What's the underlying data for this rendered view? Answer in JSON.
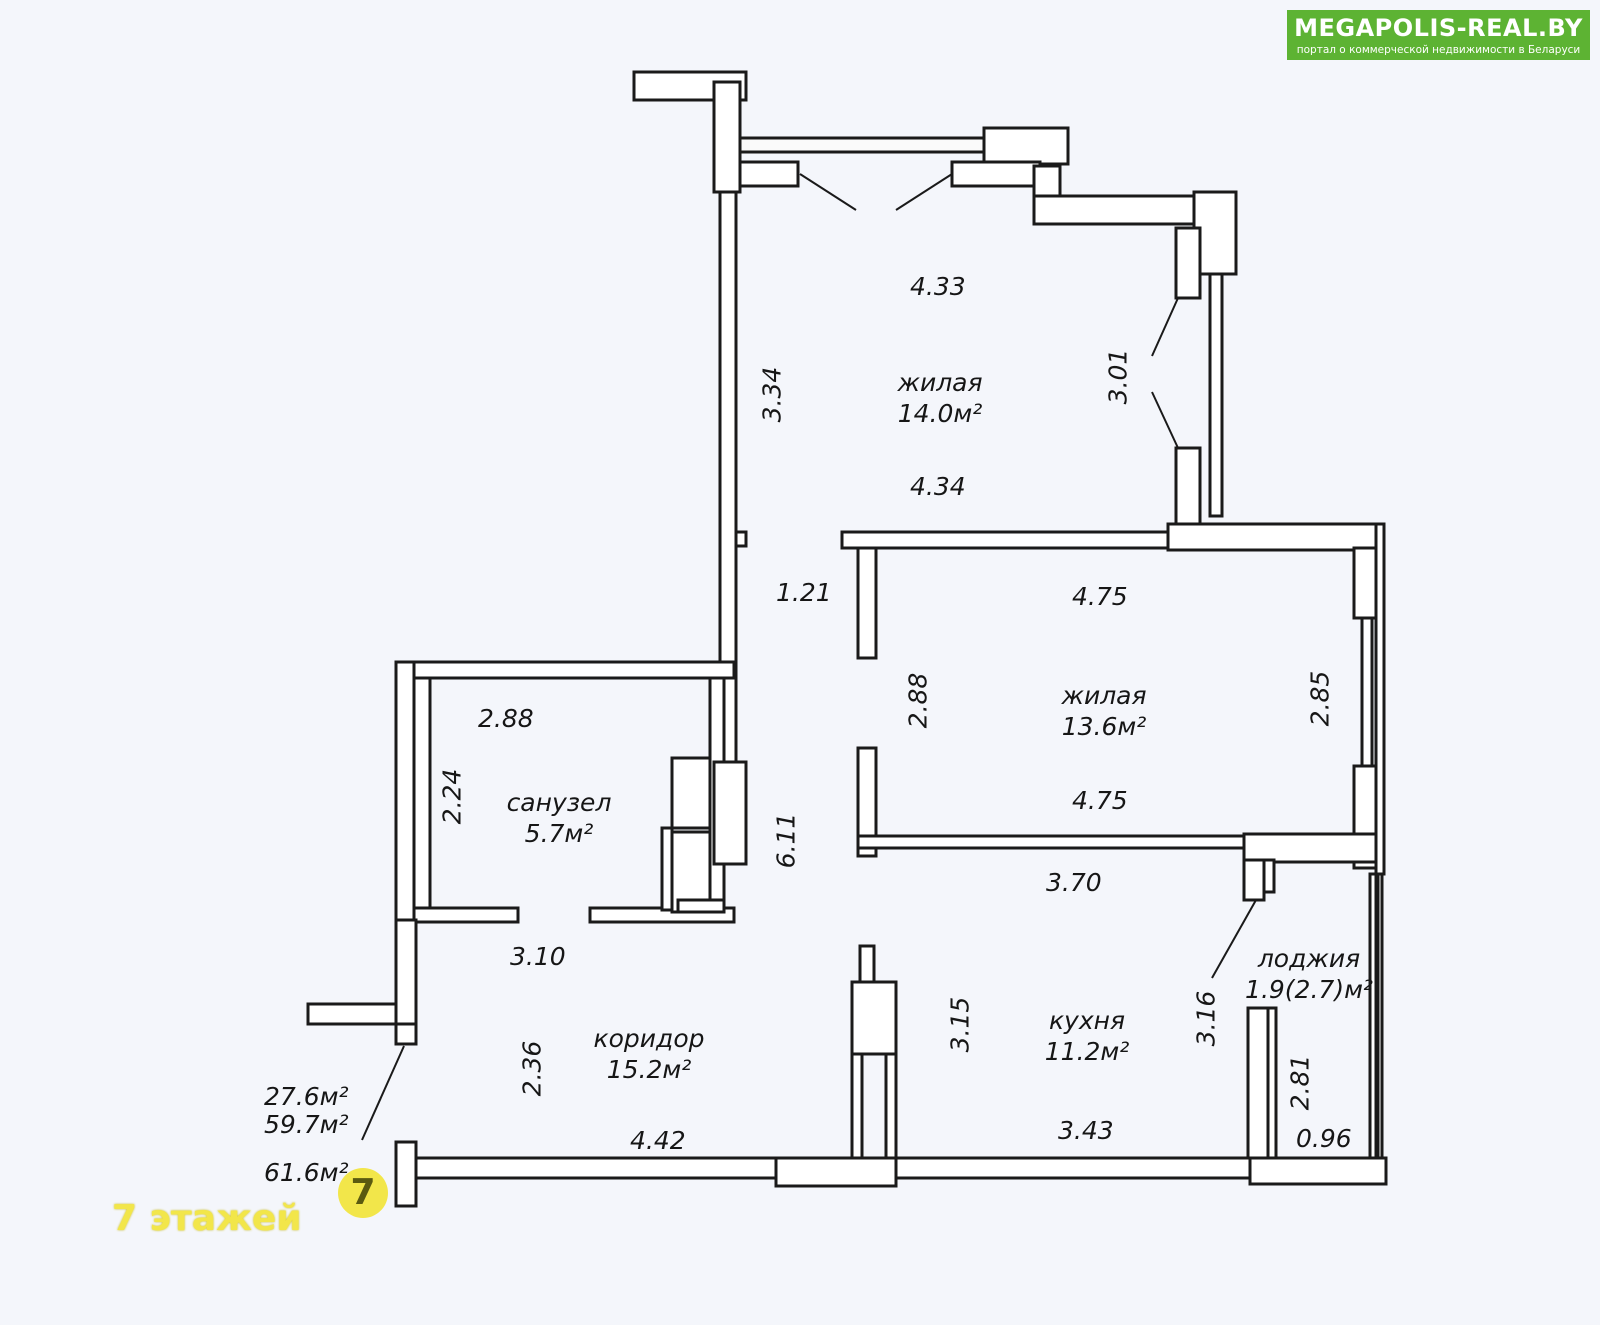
{
  "brand": {
    "title": "MEGAPOLIS-REAL.BY",
    "subtitle": "портал о коммерческой недвижимости в Беларуси"
  },
  "watermark": {
    "floors_text": "7 этажей",
    "badge_text": "7"
  },
  "rooms": {
    "living1": {
      "name": "жилая",
      "area": "14.0м²"
    },
    "living2": {
      "name": "жилая",
      "area": "13.6м²"
    },
    "bathroom": {
      "name": "санузел",
      "area": "5.7м²"
    },
    "corridor": {
      "name": "коридор",
      "area": "15.2м²"
    },
    "kitchen": {
      "name": "кухня",
      "area": "11.2м²"
    },
    "loggia": {
      "name": "лоджия",
      "area": "1.9(2.7)м²"
    }
  },
  "totals": {
    "living": "27.6м²",
    "total": "59.7м²",
    "with_loggia": "61.6м²"
  },
  "dims": {
    "l1_top": "4.33",
    "l1_bottom": "4.34",
    "l1_left": "3.34",
    "l1_right": "3.01",
    "passage": "1.21",
    "l2_top": "4.75",
    "l2_bottom": "4.75",
    "l2_left": "2.88",
    "l2_right": "2.85",
    "bath_top": "2.88",
    "bath_left": "2.24",
    "corridor_len": "6.11",
    "corr_width": "3.10",
    "corr_left": "2.36",
    "corr_bottom": "4.42",
    "k_top": "3.70",
    "k_left": "3.15",
    "k_right": "3.16",
    "k_bottom": "3.43",
    "log_side": "2.81",
    "log_bottom": "0.96"
  }
}
